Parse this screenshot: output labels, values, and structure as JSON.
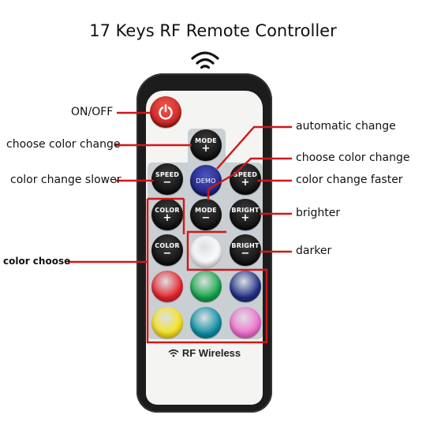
{
  "title": "17 Keys RF Remote Controller",
  "brand": "RF Wireless",
  "buttons": {
    "mode_plus": {
      "label": "MODE",
      "sym": "+"
    },
    "speed_minus": {
      "label": "SPEED",
      "sym": "−"
    },
    "demo": {
      "label": "DEMO"
    },
    "speed_plus": {
      "label": "SPEED",
      "sym": "+"
    },
    "color_plus": {
      "label": "COLOR",
      "sym": "+"
    },
    "mode_minus": {
      "label": "MODE",
      "sym": "−"
    },
    "bright_plus": {
      "label": "BRIGHT",
      "sym": "+"
    },
    "color_minus": {
      "label": "COLOR",
      "sym": "−"
    },
    "bright_minus": {
      "label": "BRIGHT",
      "sym": "−"
    }
  },
  "annotations": {
    "on_off": "ON/OFF",
    "choose_color_change_left": "choose color change",
    "color_change_slower": "color change slower",
    "color_choose": "color choose",
    "automatic_change": "automatic change",
    "choose_color_change_right": "choose color change",
    "color_change_faster": "color change faster",
    "brighter": "brighter",
    "darker": "darker"
  },
  "colors": {
    "annotation_line": "#d01818",
    "power": "#e0302b",
    "white": "#ffffff",
    "red": "#e8232e",
    "green": "#14a64a",
    "blue": "#1f2f86",
    "yellow": "#f7e51e",
    "teal": "#0a8fa6",
    "pink": "#f26fd0"
  }
}
